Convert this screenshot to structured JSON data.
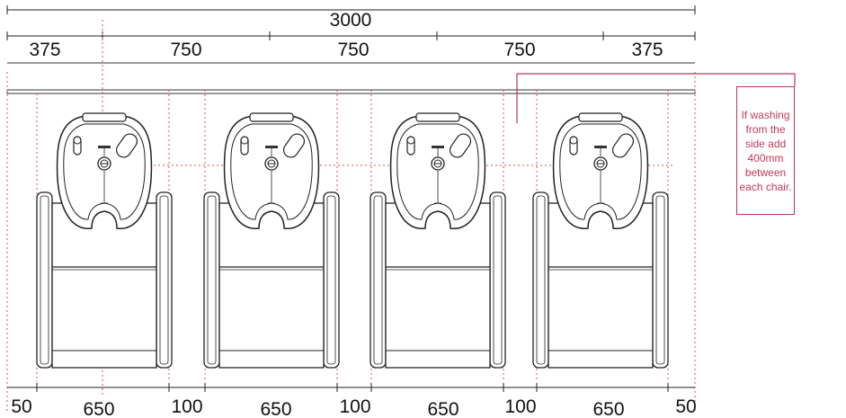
{
  "total_dimension": "3000",
  "top_dimensions": [
    "375",
    "750",
    "750",
    "750",
    "375"
  ],
  "bottom_dimensions": [
    "50",
    "650",
    "100",
    "650",
    "100",
    "650",
    "100",
    "650",
    "50"
  ],
  "note": "If washing from the side add 400mm between each chair.",
  "chair_count": 4,
  "colors": {
    "line": "#222222",
    "guide": "#d9534f",
    "note": "#c23a5e"
  }
}
